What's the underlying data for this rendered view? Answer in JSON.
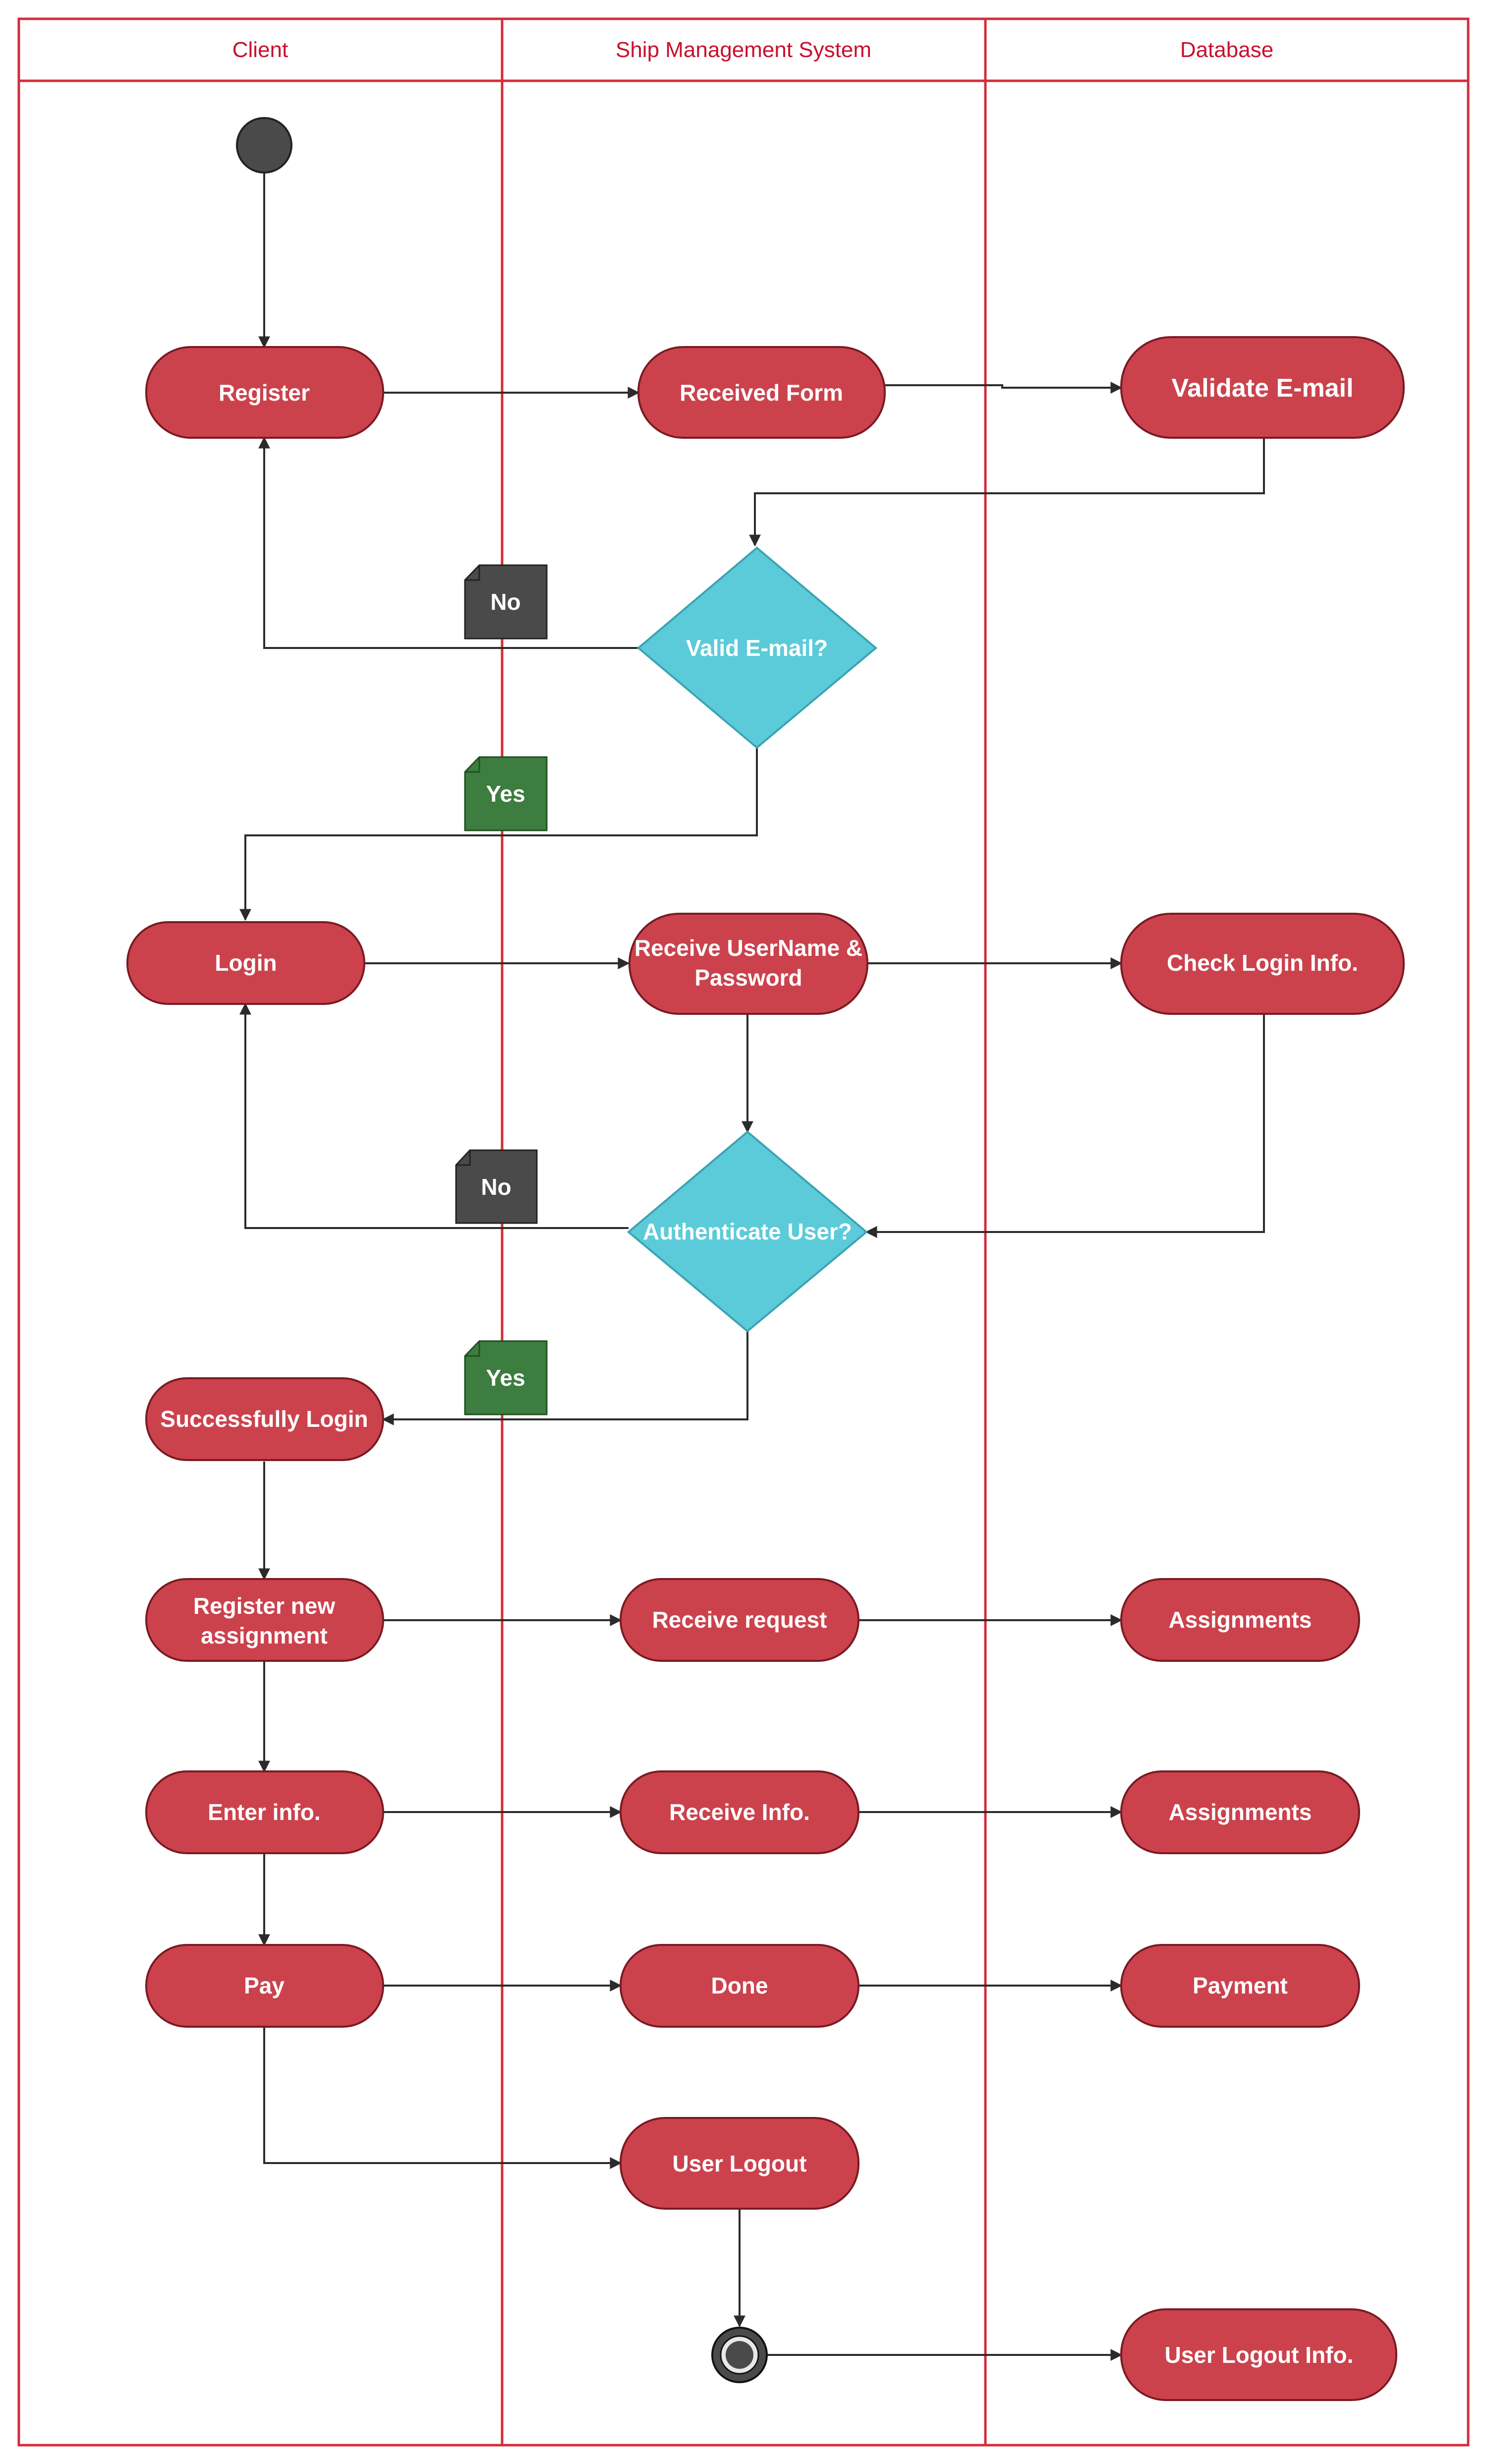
{
  "lanes": [
    "Client",
    "Ship Management System",
    "Database"
  ],
  "nodes": {
    "register": "Register",
    "received_form": "Received Form",
    "validate_email": "Validate E-mail",
    "valid_email_decision": "Valid E-mail?",
    "login": "Login",
    "receive_credentials_line1": "Receive UserName &",
    "receive_credentials_line2": "Password",
    "check_login_info": "Check Login Info.",
    "authenticate_user_decision": "Authenticate User?",
    "successfully_login": "Successfully Login",
    "register_assignment_line1": "Register new",
    "register_assignment_line2": "assignment",
    "receive_request": "Receive request",
    "assignments_1": "Assignments",
    "enter_info": "Enter info.",
    "receive_info": "Receive Info.",
    "assignments_2": "Assignments",
    "pay": "Pay",
    "done": "Done",
    "payment": "Payment",
    "user_logout": "User Logout",
    "user_logout_info": "User Logout Info."
  },
  "notes": {
    "no_1": "No",
    "yes_1": "Yes",
    "no_2": "No",
    "yes_2": "Yes"
  },
  "colors": {
    "action_fill": "#cb424d",
    "decision_fill": "#5bcbd9",
    "note_no": "#4a4a4a",
    "note_yes": "#3d7d3f",
    "lane_border": "#d42d3a",
    "lane_title": "#c8102e"
  }
}
